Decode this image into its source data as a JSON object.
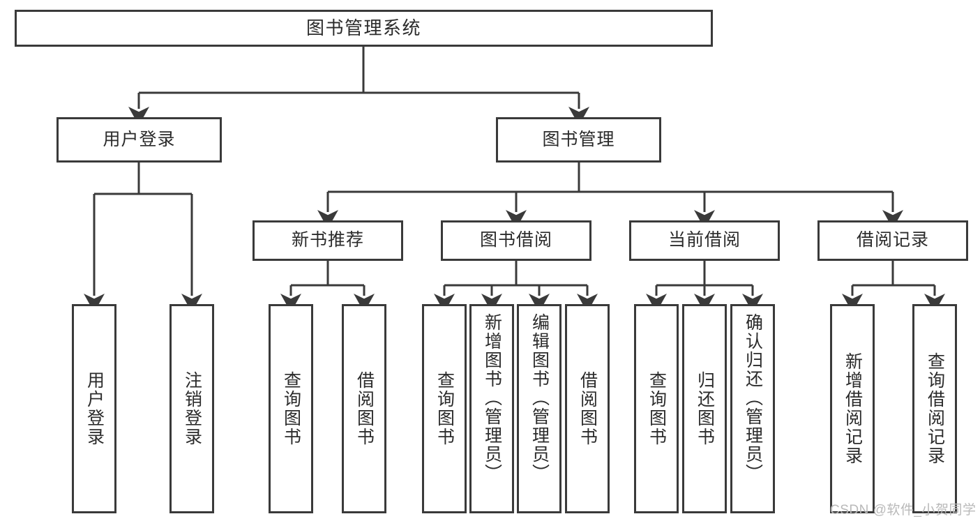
{
  "diagram": {
    "title": "图书管理系统",
    "type": "tree-hierarchy-chart",
    "levels": 4,
    "stroke_color": "#3a3a3a",
    "background_color": "#ffffff",
    "text_color": "#2b2b2b"
  },
  "nodes": {
    "root": {
      "label": "图书管理系统"
    },
    "level2": [
      {
        "id": "user-login",
        "label": "用户登录"
      },
      {
        "id": "book-manage",
        "label": "图书管理"
      }
    ],
    "level3": [
      {
        "id": "new-book-recommend",
        "label": "新书推荐"
      },
      {
        "id": "book-borrow",
        "label": "图书借阅"
      },
      {
        "id": "current-borrow",
        "label": "当前借阅"
      },
      {
        "id": "borrow-record",
        "label": "借阅记录"
      }
    ],
    "leaves": {
      "user_login": [
        {
          "id": "leaf-user-login",
          "label": "用户登录"
        },
        {
          "id": "leaf-logout-login",
          "label": "注销登录"
        }
      ],
      "new_book_recommend": [
        {
          "id": "leaf-query-book-1",
          "label": "查询图书"
        },
        {
          "id": "leaf-borrow-book-1",
          "label": "借阅图书"
        }
      ],
      "book_borrow": [
        {
          "id": "leaf-query-book-2",
          "label": "查询图书"
        },
        {
          "id": "leaf-add-book",
          "label": "新增图书（管理员）"
        },
        {
          "id": "leaf-edit-book",
          "label": "编辑图书（管理员）"
        },
        {
          "id": "leaf-borrow-book-2",
          "label": "借阅图书"
        }
      ],
      "current_borrow": [
        {
          "id": "leaf-query-book-3",
          "label": "查询图书"
        },
        {
          "id": "leaf-return-book",
          "label": "归还图书"
        },
        {
          "id": "leaf-confirm-return",
          "label": "确认归还（管理员）"
        }
      ],
      "borrow_record": [
        {
          "id": "leaf-add-record",
          "label": "新增借阅记录"
        },
        {
          "id": "leaf-query-record",
          "label": "查询借阅记录"
        }
      ]
    }
  },
  "watermark": {
    "text": "CSDN @软件_小贺同学"
  }
}
